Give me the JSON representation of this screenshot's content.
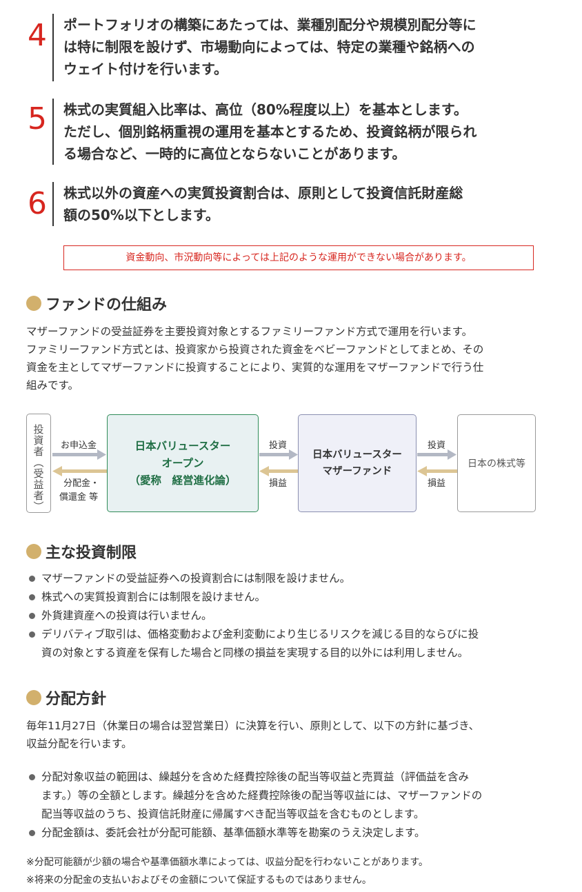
{
  "policies": [
    {
      "num": "4",
      "lines": [
        "ポートフォリオの構築にあたっては、業種別配分や規模別配分等に",
        "は特に制限を設けず、市場動向によっては、特定の業種や銘柄への",
        "ウェイト付けを行います。"
      ]
    },
    {
      "num": "5",
      "lines": [
        "株式の実質組入比率は、高位（80%程度以上）を基本とします。",
        "ただし、個別銘柄重視の運用を基本とするため、投資銘柄が限られ",
        "る場合など、一時的に高位とならないことがあります。"
      ]
    },
    {
      "num": "6",
      "lines": [
        "株式以外の資産への実質投資割合は、原則として投資信託財産総",
        "額の50%以下とします。"
      ]
    }
  ],
  "notice": "資金動向、市況動向等によっては上記のような運用ができない場合があります。",
  "mechanism": {
    "heading": "ファンドの仕組み",
    "paragraph": [
      "マザーファンドの受益証券を主要投資対象とするファミリーファンド方式で運用を行います。",
      "ファミリーファンド方式とは、投資家から投資された資金をベビーファンドとしてまとめ、その",
      "資金を主としてマザーファンドに投資することにより、実質的な運用をマザーファンドで行う仕",
      "組みです。"
    ],
    "diagram": {
      "investor": "投資者（受益者）",
      "subscription": "お申込金",
      "distribution_line1": "分配金・",
      "distribution_line2": "償還金 等",
      "fund_lines": [
        "日本バリュースター",
        "オープン",
        "（愛称　経営進化論）"
      ],
      "invest1": "投資",
      "pl1": "損益",
      "mother_lines": [
        "日本バリュースター",
        "マザーファンド"
      ],
      "invest2": "投資",
      "pl2": "損益",
      "stocks": "日本の株式等"
    }
  },
  "restrictions": {
    "heading": "主な投資制限",
    "items": [
      [
        "マザーファンドの受益証券への投資割合には制限を設けません。"
      ],
      [
        "株式への実質投資割合には制限を設けません。"
      ],
      [
        "外貨建資産への投資は行いません。"
      ],
      [
        "デリバティブ取引は、価格変動および金利変動により生じるリスクを減じる目的ならびに投",
        "資の対象とする資産を保有した場合と同様の損益を実現する目的以外には利用しません。"
      ]
    ]
  },
  "distribution": {
    "heading": "分配方針",
    "paragraph": [
      "毎年11月27日（休業日の場合は翌営業日）に決算を行い、原則として、以下の方針に基づき、",
      "収益分配を行います。"
    ],
    "items": [
      [
        "分配対象収益の範囲は、繰越分を含めた経費控除後の配当等収益と売買益（評価益を含み",
        "ます。）等の全額とします。繰越分を含めた経費控除後の配当等収益には、マザーファンドの",
        "配当等収益のうち、投資信託財産に帰属すべき配当等収益を含むものとします。"
      ],
      [
        "分配金額は、委託会社が分配可能額、基準価額水準等を勘案のうえ決定します。"
      ]
    ],
    "notes": [
      "※分配可能額が少額の場合や基準価額水準によっては、収益分配を行わないことがあります。",
      "※将来の分配金の支払いおよびその金額について保証するものではありません。"
    ]
  }
}
